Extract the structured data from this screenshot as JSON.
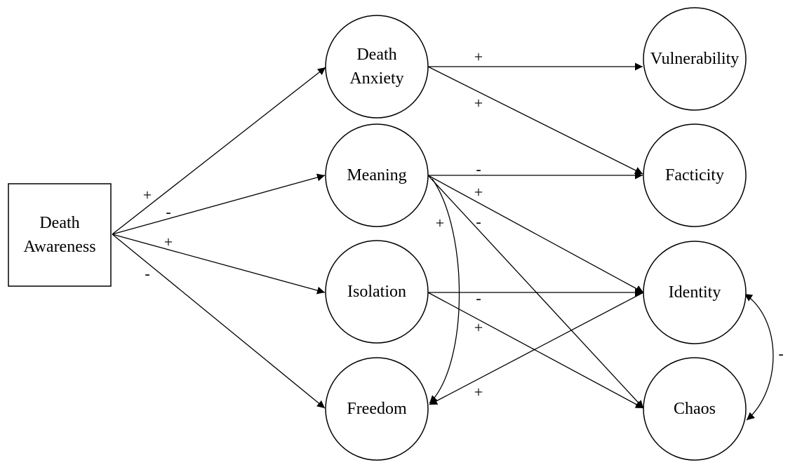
{
  "nodes": {
    "death_awareness": [
      "Death",
      "Awareness"
    ],
    "death_anxiety": [
      "Death",
      "Anxiety"
    ],
    "meaning": [
      "Meaning"
    ],
    "isolation": [
      "Isolation"
    ],
    "freedom": [
      "Freedom"
    ],
    "vulnerability": [
      "Vulnerability"
    ],
    "facticity": [
      "Facticity"
    ],
    "identity": [
      "Identity"
    ],
    "chaos": [
      "Chaos"
    ]
  },
  "edges": [
    {
      "from": "death_awareness",
      "to": "death_anxiety",
      "sign": "+"
    },
    {
      "from": "death_awareness",
      "to": "meaning",
      "sign": "-"
    },
    {
      "from": "death_awareness",
      "to": "isolation",
      "sign": "+"
    },
    {
      "from": "death_awareness",
      "to": "freedom",
      "sign": "-"
    },
    {
      "from": "death_anxiety",
      "to": "vulnerability",
      "sign": "+"
    },
    {
      "from": "death_anxiety",
      "to": "facticity",
      "sign": "+"
    },
    {
      "from": "meaning",
      "to": "facticity",
      "sign": "-"
    },
    {
      "from": "meaning",
      "to": "identity",
      "sign": "+"
    },
    {
      "from": "meaning",
      "to": "chaos",
      "sign": "-"
    },
    {
      "from": "meaning",
      "to": "freedom",
      "sign": "+"
    },
    {
      "from": "isolation",
      "to": "identity",
      "sign": "-"
    },
    {
      "from": "isolation",
      "to": "chaos",
      "sign": "+"
    },
    {
      "from": "identity",
      "to": "freedom",
      "sign": "+"
    },
    {
      "from": "identity",
      "to": "chaos",
      "sign": "-"
    }
  ]
}
